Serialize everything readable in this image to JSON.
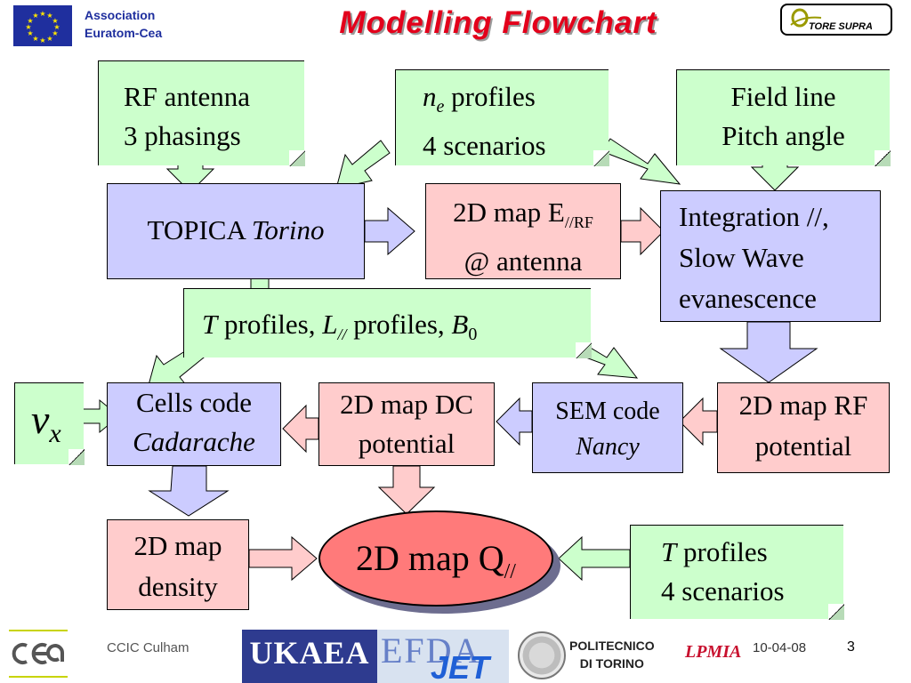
{
  "header": {
    "association_line1": "Association",
    "association_line2": "Euratom-Cea",
    "title": "Modelling Flowchart",
    "tore_supra_logo_text": "TORE SUPRA"
  },
  "boxes": {
    "rf_antenna": [
      "RF antenna",
      "3 phasings"
    ],
    "ne_profiles": {
      "symbol": "n",
      "subscript": "e",
      "line1_rest": " profiles",
      "line2": "4 scenarios"
    },
    "field_line": [
      "Field line",
      "Pitch angle"
    ],
    "topica": {
      "main": "TOPICA ",
      "place": "Torino"
    },
    "map_e": {
      "line1_main": "2D map E",
      "line1_sub": "//RF",
      "line2": "@ antenna"
    },
    "integration": [
      "Integration //,",
      "Slow Wave",
      "evanescence"
    ],
    "profiles_mid": {
      "t": "T",
      "t_rest": " profiles, ",
      "l": "L",
      "l_sub": "//",
      "l_rest": " profiles, ",
      "b": "B",
      "b_sub": "0"
    },
    "vx": {
      "v": "v",
      "sub": "x"
    },
    "cells_code": {
      "line1": "Cells code",
      "place": "Cadarache"
    },
    "map_dc": [
      "2D map DC",
      "potential"
    ],
    "sem_code": {
      "line1": "SEM code",
      "place": "Nancy"
    },
    "map_rf": [
      "2D map RF",
      "potential"
    ],
    "map_density": [
      "2D map",
      "density"
    ],
    "map_q": {
      "main": "2D map Q",
      "sub": "//"
    },
    "t_profiles_bottom": {
      "t": "T",
      "rest": " profiles",
      "line2": "4 scenarios"
    }
  },
  "footer": {
    "event": "CCIC Culham",
    "ukaea": "UKAEA",
    "efda": "EFDA",
    "jet": "JET",
    "politecnico_line1": "POLITECNICO",
    "politecnico_line2": "DI TORINO",
    "lpmia": "LPMIA",
    "date": "10-04-08",
    "page": "3"
  },
  "colors": {
    "green_box": "#ccffcc",
    "blue_box": "#ccccff",
    "pink_box": "#ffcccc",
    "q_ellipse": "#ff7a7a",
    "title_red": "#e3001b",
    "eu_blue": "#1f2f9e"
  }
}
